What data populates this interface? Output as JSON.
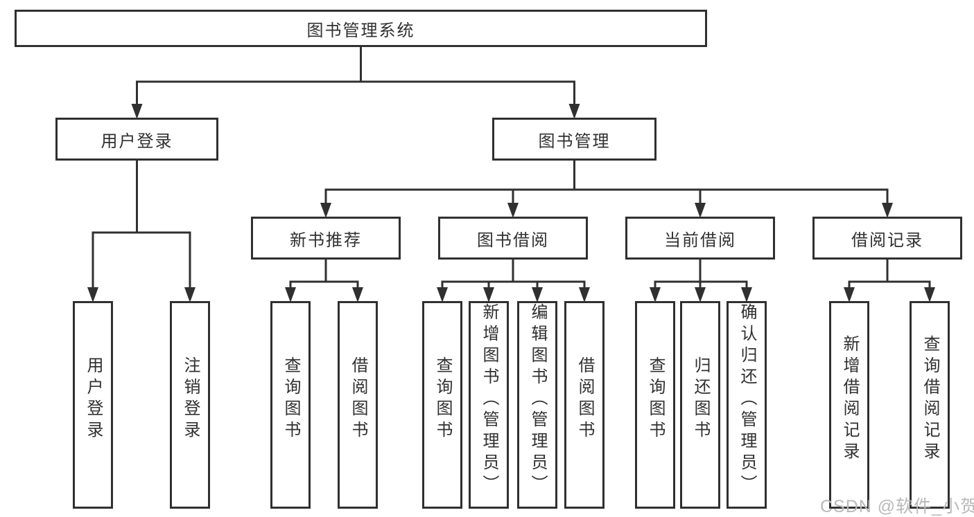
{
  "diagram": {
    "title": "图书管理系统",
    "nodes": {
      "root": {
        "label": "图书管理系统"
      },
      "user_login": {
        "label": "用户登录"
      },
      "book_mgmt": {
        "label": "图书管理"
      },
      "new_book_rec": {
        "label": "新书推荐"
      },
      "book_borrow": {
        "label": "图书借阅"
      },
      "current_borrow": {
        "label": "当前借阅"
      },
      "borrow_records": {
        "label": "借阅记录"
      },
      "leaf_user_login": {
        "label": "用户登录"
      },
      "leaf_logout": {
        "label": "注销登录"
      },
      "leaf_query_books_rec": {
        "label": "查询图书"
      },
      "leaf_borrow_books_rec": {
        "label": "借阅图书"
      },
      "leaf_query_books_borrow": {
        "label": "查询图书"
      },
      "leaf_add_book": {
        "label": "新增图书（管理员）"
      },
      "leaf_edit_book": {
        "label": "编辑图书（管理员）"
      },
      "leaf_borrow_books_borrow": {
        "label": "借阅图书"
      },
      "leaf_query_books_current": {
        "label": "查询图书"
      },
      "leaf_return_book": {
        "label": "归还图书"
      },
      "leaf_confirm_return": {
        "label": "确认归还（管理员）"
      },
      "leaf_add_borrow_record": {
        "label": "新增借阅记录"
      },
      "leaf_query_borrow_record": {
        "label": "查询借阅记录"
      }
    },
    "edges": [
      {
        "from": "root",
        "to": [
          "user_login",
          "book_mgmt"
        ]
      },
      {
        "from": "user_login",
        "to": [
          "leaf_user_login",
          "leaf_logout"
        ]
      },
      {
        "from": "book_mgmt",
        "to": [
          "new_book_rec",
          "book_borrow",
          "current_borrow",
          "borrow_records"
        ]
      },
      {
        "from": "new_book_rec",
        "to": [
          "leaf_query_books_rec",
          "leaf_borrow_books_rec"
        ]
      },
      {
        "from": "book_borrow",
        "to": [
          "leaf_query_books_borrow",
          "leaf_add_book",
          "leaf_edit_book",
          "leaf_borrow_books_borrow"
        ]
      },
      {
        "from": "current_borrow",
        "to": [
          "leaf_query_books_current",
          "leaf_return_book",
          "leaf_confirm_return"
        ]
      },
      {
        "from": "borrow_records",
        "to": [
          "leaf_add_borrow_record",
          "leaf_query_borrow_record"
        ]
      }
    ],
    "colors": {
      "line": "#303030",
      "text": "#303030",
      "box_bg": "#ffffff",
      "watermark": "#b9b9b9"
    }
  },
  "watermark": {
    "text": "CSDN @软件_小贺同学"
  }
}
